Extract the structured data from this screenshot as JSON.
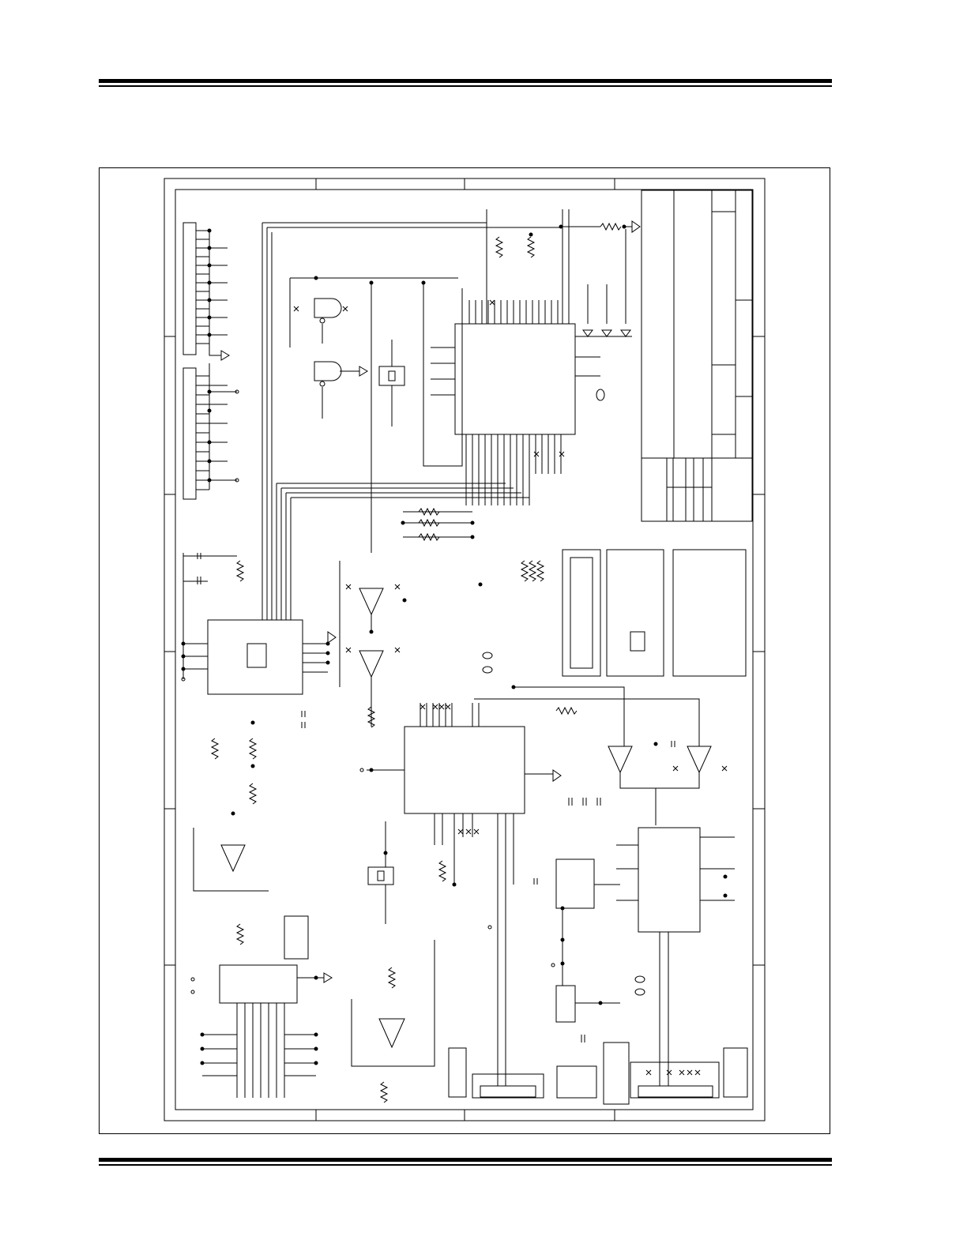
{
  "colors": {
    "ink": "#000000",
    "paper": "#ffffff"
  },
  "components": [
    "header-connector",
    "header-connector-2",
    "microcontroller",
    "nand-gate-1",
    "nand-gate-2",
    "crystal-1",
    "crystal-2",
    "led-array",
    "interface-ic",
    "adc-ic",
    "op-amp-1",
    "op-amp-2",
    "op-amp-3",
    "op-amp-4",
    "comparator-1",
    "comparator-2",
    "voltage-regulator",
    "driver-ic",
    "lcd-display",
    "title-block",
    "connector-bottom-1",
    "connector-bottom-2"
  ]
}
